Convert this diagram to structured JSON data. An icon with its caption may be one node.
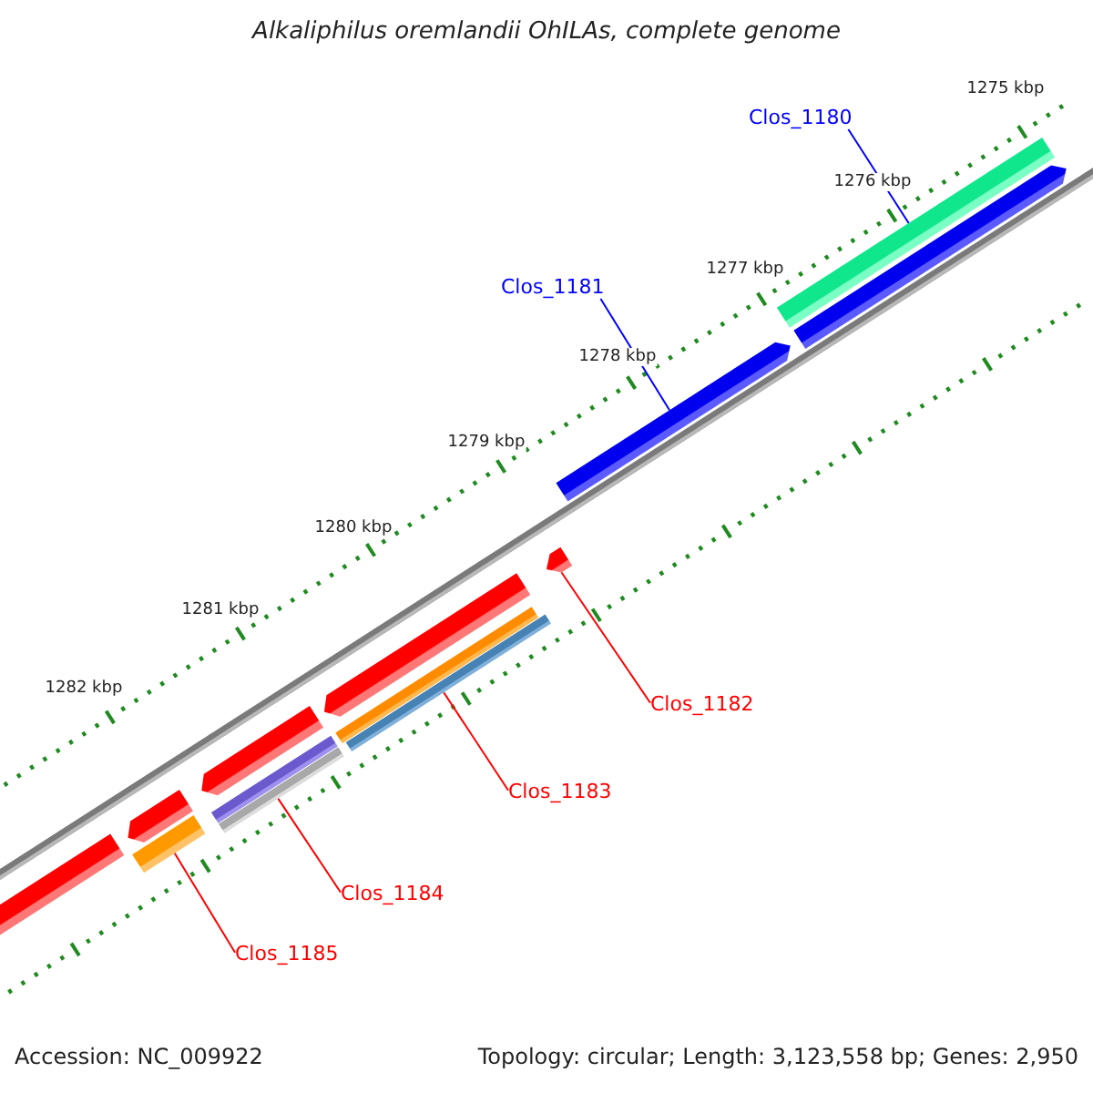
{
  "diagram": {
    "title": "Alkaliphilus oremlandii OhILAs, complete genome",
    "nodes": [
      {
        "text": [
          "Clos_1180"
        ]
      },
      {
        "text": [
          "Clos_1181"
        ]
      },
      {
        "text": [
          "Clos_1182"
        ]
      },
      {
        "text": [
          "Clos_1183"
        ]
      },
      {
        "text": [
          "Clos_1184"
        ]
      },
      {
        "text": [
          "Clos_1185"
        ]
      },
      {
        "text": [],
        "shape": "bar"
      },
      {
        "text": [],
        "shape": "arrow"
      },
      {
        "text": [],
        "shape": "bar"
      },
      {
        "text": [],
        "shape": "arrow"
      },
      {
        "text": [],
        "shape": "bar"
      },
      {
        "text": [],
        "shape": "bar"
      },
      {
        "text": [],
        "shape": "arrow"
      },
      {
        "text": [],
        "shape": "bar"
      },
      {
        "text": [],
        "shape": "bar"
      },
      {
        "text": [],
        "shape": "arrow"
      },
      {
        "text": [],
        "shape": "arrow"
      },
      {
        "text": [],
        "shape": "bar"
      },
      {
        "text": [],
        "shape": "arrow"
      }
    ],
    "edges": [
      {
        "from": 0,
        "to": 17,
        "arrow": "none",
        "color": "#0000ff"
      },
      {
        "from": 1,
        "to": 16,
        "arrow": "none",
        "color": "#0000ff"
      },
      {
        "from": 2,
        "to": 15,
        "arrow": "none"
      },
      {
        "from": 3,
        "to": 14,
        "arrow": "none"
      },
      {
        "from": 4,
        "to": 11,
        "arrow": "none"
      },
      {
        "from": 5,
        "to": 8,
        "arrow": "none"
      }
    ],
    "labels": [
      "1275 kbp",
      "1276 kbp",
      "1277 kbp",
      "1278 kbp",
      "1279 kbp",
      "1280 kbp",
      "1281 kbp",
      "1282 kbp",
      "Accession: NC_009922",
      "Topology: circular; Length: 3,123,558 bp; Genes: 2,950"
    ]
  }
}
